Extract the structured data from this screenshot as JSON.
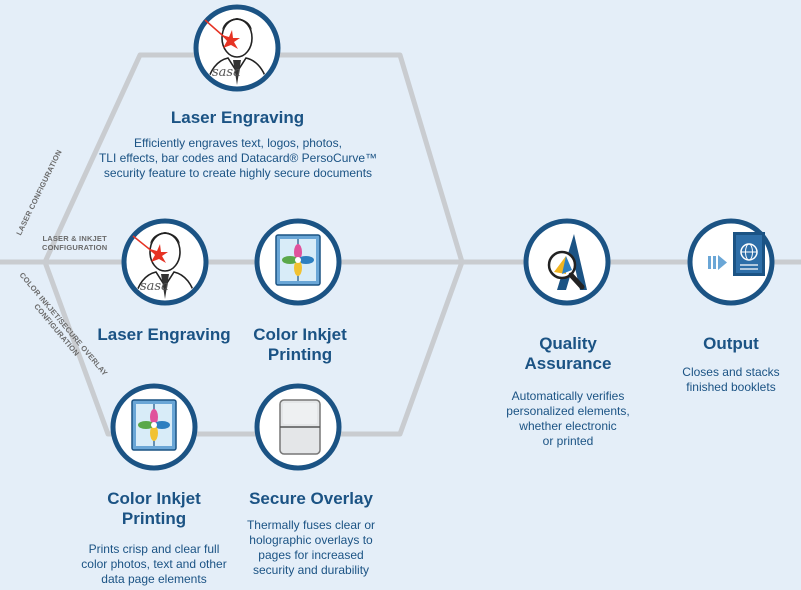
{
  "config_labels": {
    "laser": "LASER CONFIGURATION",
    "laser_inkjet": [
      "LASER & INKJET",
      "CONFIGURATION"
    ],
    "inkjet_overlay": [
      "COLOR INKJET/SECURE OVERLAY",
      "CONFIGURATION"
    ]
  },
  "top": {
    "title": "Laser Engraving",
    "description": [
      "Efficiently engraves text, logos, photos,",
      "TLI effects, bar codes and Datacard® PersoCurve™",
      "security feature to create highly secure documents"
    ]
  },
  "middle": {
    "laser_title": "Laser Engraving",
    "inkjet_title": [
      "Color Inkjet",
      "Printing"
    ]
  },
  "bottom": {
    "inkjet": {
      "title": [
        "Color Inkjet",
        "Printing"
      ],
      "description": [
        "Prints crisp and clear full",
        "color photos, text and other",
        "data page elements"
      ]
    },
    "overlay": {
      "title": "Secure Overlay",
      "description": [
        "Thermally fuses clear or",
        "holographic overlays to",
        "pages for increased",
        "security and durability"
      ]
    }
  },
  "quality": {
    "title": [
      "Quality",
      "Assurance"
    ],
    "description": [
      "Automatically verifies",
      "personalized elements,",
      "whether electronic",
      "or printed"
    ]
  },
  "output": {
    "title": "Output",
    "description": [
      "Closes and stacks",
      "finished booklets"
    ]
  },
  "colors": {
    "background": "#e4eef8",
    "line": "#c9ccd0",
    "circle_ring": "#1b5384",
    "heading": "#1b5384",
    "label": "#6a6a6a"
  }
}
